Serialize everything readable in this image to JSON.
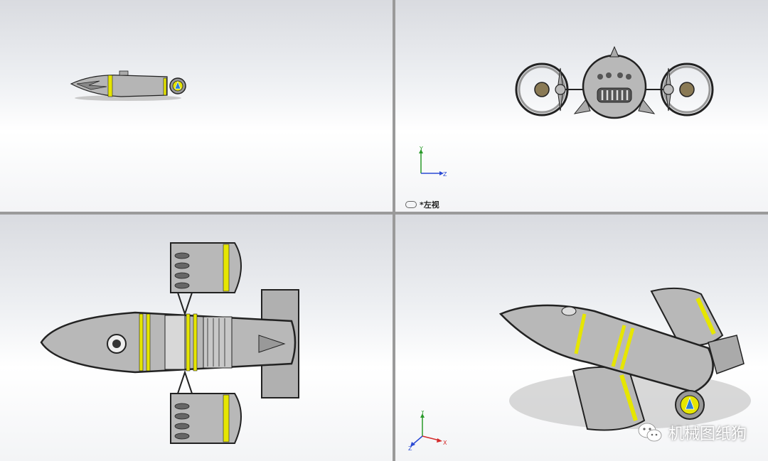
{
  "viewports": {
    "top_left": {
      "name": "side-view"
    },
    "top_right": {
      "name": "left-view",
      "label": "*左视",
      "triad": {
        "y": "Y",
        "z": "Z"
      }
    },
    "bottom_left": {
      "name": "top-view"
    },
    "bottom_right": {
      "name": "isometric-view",
      "triad": {
        "x": "X",
        "y": "Y",
        "z": "Z"
      }
    }
  },
  "watermark": {
    "text": "机械图纸狗",
    "icon": "wechat-icon"
  },
  "colors": {
    "body": "#b8b8b8",
    "outline": "#222222",
    "stripe": "#e6e600",
    "accent": "#2a7fd4"
  }
}
